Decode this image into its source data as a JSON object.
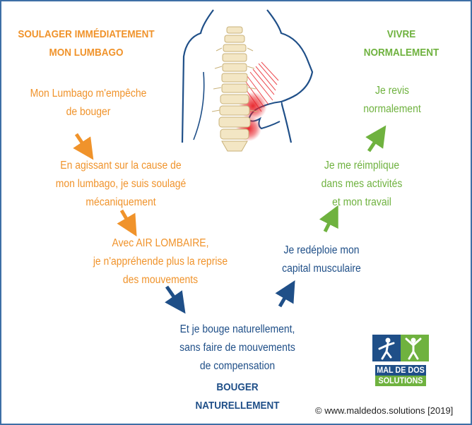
{
  "colors": {
    "orange": "#f0932b",
    "green": "#6fb23f",
    "blue": "#1f4f88",
    "border": "#3d6fa6"
  },
  "headings": {
    "left_line1": "SOULAGER IMMÉDIATEMENT",
    "left_line2": "MON LUMBAGO",
    "right_line1": "VIVRE",
    "right_line2": "NORMALEMENT",
    "bottom_line1": "BOUGER",
    "bottom_line2": "NATURELLEMENT"
  },
  "steps": {
    "orange_1": [
      "Mon Lumbago m'empêche",
      "de bouger"
    ],
    "orange_2": [
      "En agissant sur la cause de",
      "mon lumbago, je suis soulagé",
      "mécaniquement"
    ],
    "orange_3": [
      "Avec AIR LOMBAIRE,",
      "je n'appréhende plus la reprise",
      "des mouvements"
    ],
    "bottom": [
      "Et je bouge naturellement,",
      "sans faire de mouvements",
      "de compensation"
    ],
    "blue_1": [
      "Je redéploie mon",
      "capital musculaire"
    ],
    "green_1": [
      "Je me réimplique",
      "dans mes activités",
      "et mon travail"
    ],
    "green_2": [
      "Je revis",
      "normalement"
    ]
  },
  "logo": {
    "line1": "MAL DE DOS",
    "line2": "SOLUTIONS"
  },
  "copyright": "© www.maldedos.solutions [2019]",
  "icons": {
    "illustration": "back-pain-spine-icon",
    "logo_figures": "people-figures-icon"
  }
}
